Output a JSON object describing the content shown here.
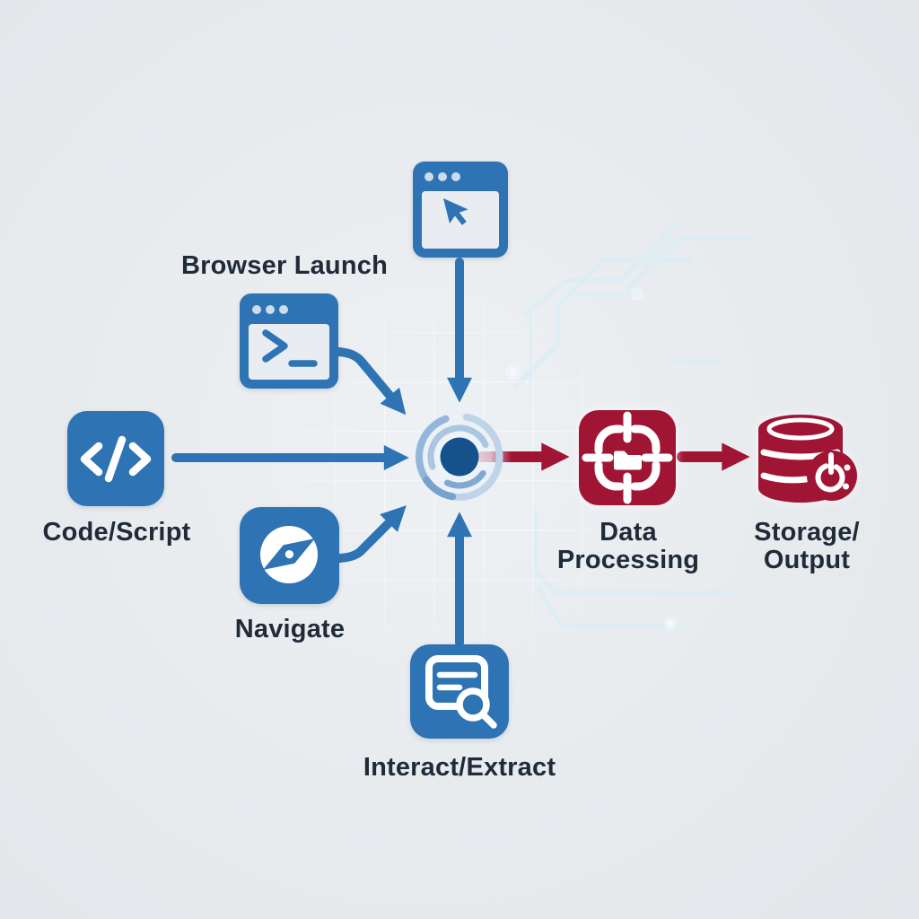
{
  "labels": {
    "browser_launch": "Browser Launch",
    "code_script": "Code/Script",
    "navigate": "Navigate",
    "interact_extract": "Interact/Extract",
    "data_processing_line1": "Data",
    "data_processing_line2": "Processing",
    "storage_output_line1": "Storage/",
    "storage_output_line2": "Output"
  },
  "palette": {
    "blue": "#2e74b4",
    "hubCore": "#15518b",
    "crimson": "#a01534",
    "label": "#202b3a",
    "windowFill": "#e9edf2",
    "dotFill": "#ccdcec",
    "arcLight": "#c0d4e9",
    "arcMid": "#93b7da",
    "arcDark": "#76a2ce",
    "arcInner": "#aac6e1",
    "arcInnerDark": "#7fa9d1",
    "circuit": "#d9eef5",
    "background": "#e8ebee"
  },
  "nodes": [
    {
      "id": "code-script",
      "label": "Code/Script",
      "icon": "code-brackets-icon",
      "color": "blue"
    },
    {
      "id": "browser-launch-terminal",
      "label": "Browser Launch",
      "icon": "terminal-window-icon",
      "color": "blue"
    },
    {
      "id": "browser-window",
      "label": "",
      "icon": "browser-cursor-icon",
      "color": "blue"
    },
    {
      "id": "navigate",
      "label": "Navigate",
      "icon": "compass-icon",
      "color": "blue"
    },
    {
      "id": "interact-extract",
      "label": "Interact/Extract",
      "icon": "document-search-icon",
      "color": "blue"
    },
    {
      "id": "automation-hub",
      "label": "",
      "icon": "hub-target-icon",
      "color": "navy"
    },
    {
      "id": "data-processing",
      "label": "Data Processing",
      "icon": "chip-folder-icon",
      "color": "crimson"
    },
    {
      "id": "storage-output",
      "label": "Storage/Output",
      "icon": "database-power-icon",
      "color": "crimson"
    }
  ],
  "edges": [
    {
      "from": "code-script",
      "to": "automation-hub",
      "color": "blue"
    },
    {
      "from": "browser-launch-terminal",
      "to": "automation-hub",
      "color": "blue"
    },
    {
      "from": "browser-window",
      "to": "automation-hub",
      "color": "blue"
    },
    {
      "from": "navigate",
      "to": "automation-hub",
      "color": "blue"
    },
    {
      "from": "interact-extract",
      "to": "automation-hub",
      "color": "blue"
    },
    {
      "from": "automation-hub",
      "to": "data-processing",
      "color": "crimson"
    },
    {
      "from": "data-processing",
      "to": "storage-output",
      "color": "crimson"
    }
  ]
}
